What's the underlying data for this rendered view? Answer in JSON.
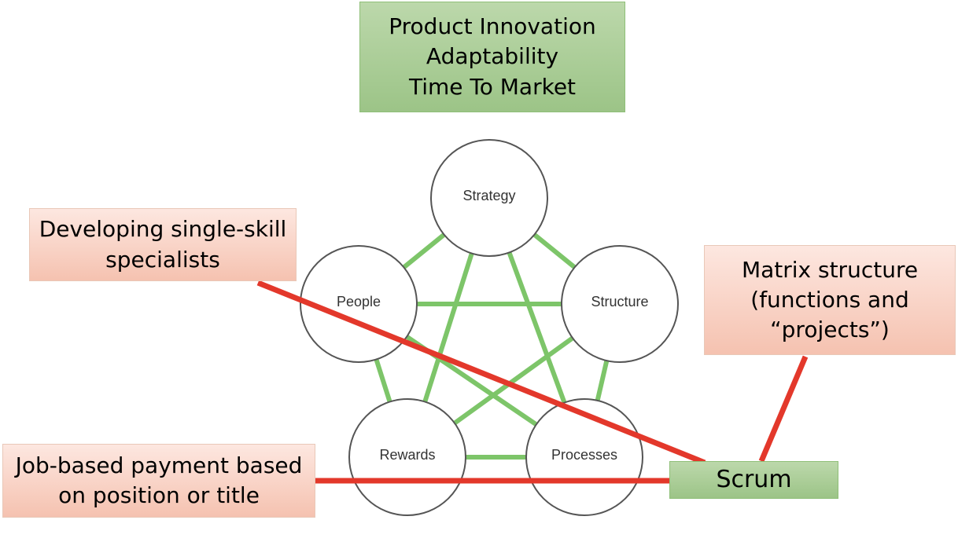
{
  "goals": {
    "lines": [
      "Product Innovation",
      "Adaptability",
      "Time To Market"
    ]
  },
  "star_nodes": [
    {
      "id": "strategy",
      "label": "Strategy"
    },
    {
      "id": "structure",
      "label": "Structure"
    },
    {
      "id": "processes",
      "label": "Processes"
    },
    {
      "id": "rewards",
      "label": "Rewards"
    },
    {
      "id": "people",
      "label": "People"
    }
  ],
  "star_links": [
    [
      "strategy",
      "structure"
    ],
    [
      "structure",
      "processes"
    ],
    [
      "processes",
      "rewards"
    ],
    [
      "rewards",
      "people"
    ],
    [
      "people",
      "strategy"
    ],
    [
      "strategy",
      "rewards"
    ],
    [
      "strategy",
      "processes"
    ],
    [
      "people",
      "structure"
    ],
    [
      "people",
      "processes"
    ],
    [
      "structure",
      "rewards"
    ]
  ],
  "callouts": {
    "skills": {
      "lines": [
        "Developing single-skill",
        "specialists"
      ]
    },
    "matrix": {
      "lines": [
        "Matrix structure",
        "(functions and",
        "“projects”)"
      ]
    },
    "payment": {
      "lines": [
        "Job-based payment based",
        "on position or title"
      ]
    }
  },
  "scrum": {
    "label": "Scrum"
  },
  "colors": {
    "link_green": "#7dc569",
    "connector_red": "#e3382b",
    "node_stroke": "#555555",
    "node_fill": "#ffffff",
    "label_text": "#333333"
  }
}
